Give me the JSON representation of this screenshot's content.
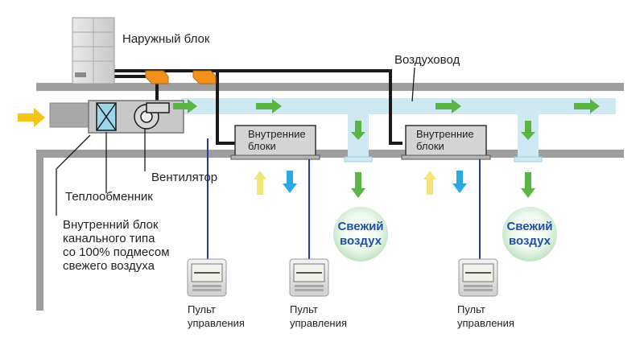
{
  "labels": {
    "outdoor_unit": "Наружный блок",
    "air_duct": "Воздуховод",
    "fan": "Вентилятор",
    "heat_exchanger": "Теплообменник",
    "duct_unit": "Внутренний блок\nканального типа\nсо 100% подмесом\nсвежего воздуха",
    "indoor_units_1": "Внутренние\nблоки",
    "indoor_units_2": "Внутренние\nблоки",
    "fresh_air_1": "Свежий\nвоздух",
    "fresh_air_2": "Свежий\nвоздух",
    "remote_1": "Пульт\nуправления",
    "remote_2": "Пульт\nуправления",
    "remote_3": "Пульт\nуправления"
  },
  "colors": {
    "structure_gray": "#9e9e9e",
    "duct_fill": "#cfe9f2",
    "refrigerant_pipe": "#1a1a1a",
    "valve_orange": "#f2921d",
    "arrow_green": "#5bb544",
    "arrow_blue": "#2aa8e0",
    "arrow_yellow": "#f2e67a",
    "intake_arrow": "#f2c518",
    "fresh_air_text": "#1f4fa3",
    "wire_blue": "#1f3c9e",
    "fresh_air_bubble": "#e6f5e6"
  },
  "icons": [
    "outdoor-unit-icon",
    "expansion-valve-icon",
    "fan-icon",
    "heat-exchanger-icon",
    "remote-controller-icon",
    "airflow-arrow-icon",
    "fresh-air-bubble-icon"
  ]
}
